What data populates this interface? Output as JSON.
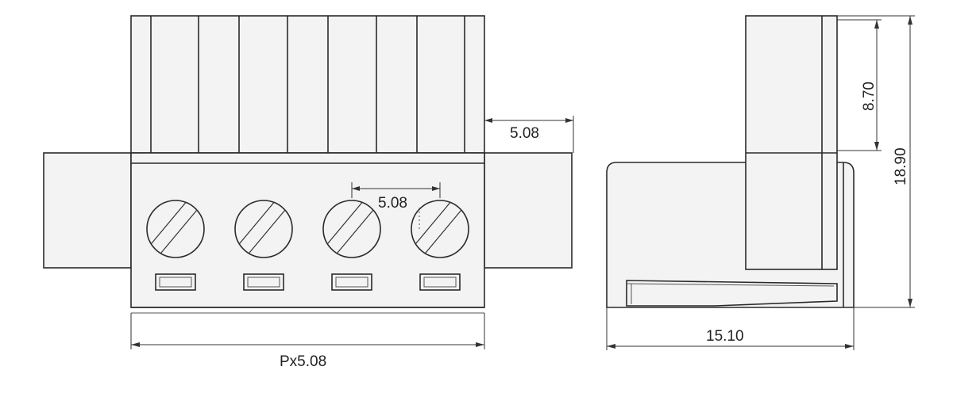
{
  "front_view": {
    "pitch_label": "5.08",
    "height_offset_label": "5.08",
    "length_label": "Px5.08",
    "pin_count": 4
  },
  "side_view": {
    "upper_height_label": "8.70",
    "total_height_label": "18.90",
    "depth_label": "15.10"
  }
}
